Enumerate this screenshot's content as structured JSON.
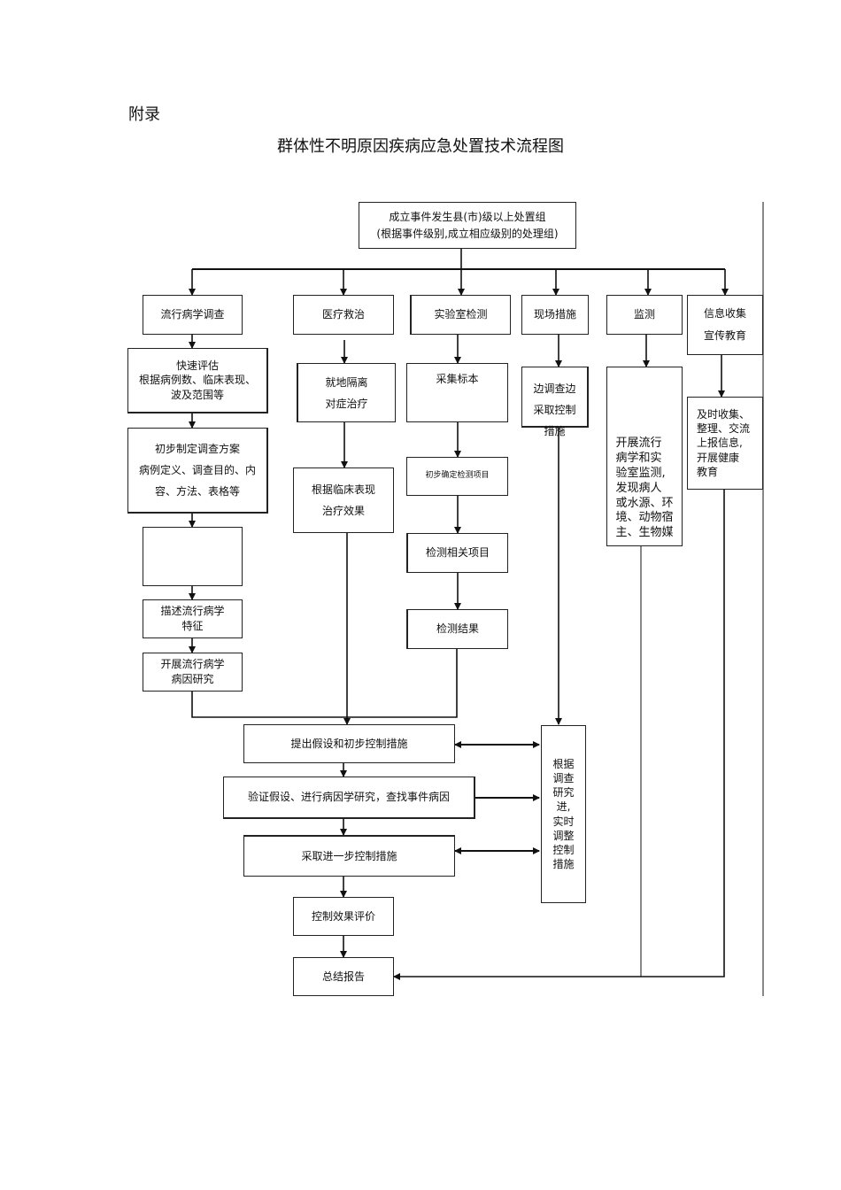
{
  "appendix_label": "附录",
  "title": "群体性不明原因疾病应急处置技术流程图",
  "nodes": {
    "root": "成立事件发生县(市)级以上处置组\n(根据事件级别,成立相应级别的处理组)",
    "epi": "流行病学调查",
    "medical": "医疗救治",
    "lab": "实验室检测",
    "field": "现场措施",
    "monitor": "监测",
    "info": "信息收集\n宣传教育",
    "epi_assess": "快速评估\n根据病例数、临床表现、\n波及范围等",
    "epi_plan": "初步制定调查方案\n病例定义、调查目的、内\n容、方法、表格等",
    "epi_blank": "",
    "epi_describe": "描述流行病学\n特征",
    "epi_cause": "开展流行病学\n病因研究",
    "med_isolate": "就地隔离\n对症治疗",
    "med_effect": "根据临床表现\n治疗效果",
    "lab_collect": "采集标本",
    "lab_initial": "初步确定检测项目",
    "lab_test": "检测相关项目",
    "lab_result": "检测结果",
    "field_control": "边调查边\n采取控制\n措施",
    "monitor_detail": "开展流行\n病学和实\n验室监测,\n发现病人\n或水源、环\n境、动物宿\n主、生物媒",
    "info_detail": "及时收集、\n整理、交流\n上报信息,\n开展健康\n教育",
    "hypothesis": "提出假设和初步控制措施",
    "verify": "验证假设、进行病因学研究，查找事件病因",
    "further": "采取进一步控制措施",
    "evaluate": "控制效果评价",
    "report": "总结报告",
    "adjust": "根据\n调查\n研究\n进,\n实时\n调整\n控制\n措施"
  }
}
